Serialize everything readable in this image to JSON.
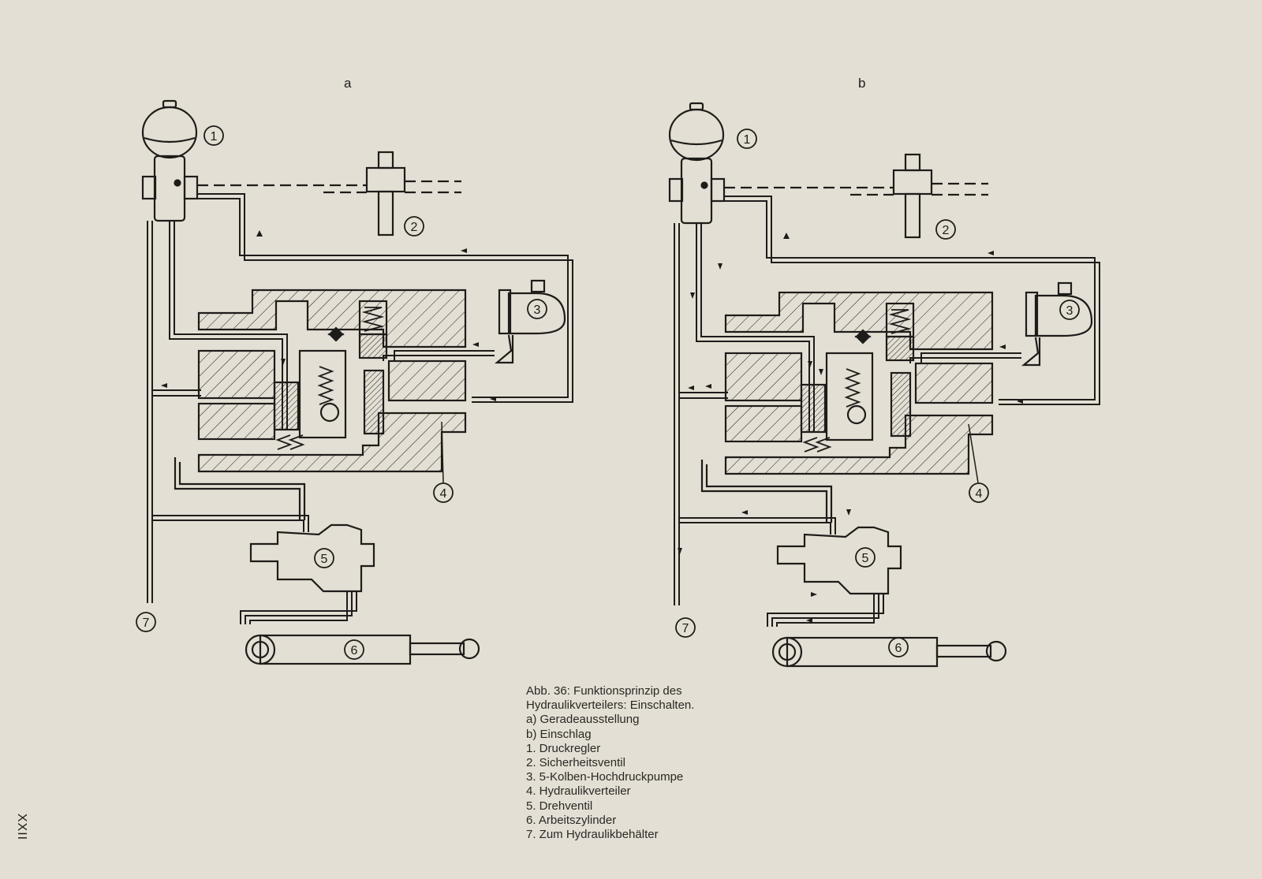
{
  "panels": [
    {
      "id": "a",
      "label": "a"
    },
    {
      "id": "b",
      "label": "b"
    }
  ],
  "callouts": [
    "1",
    "2",
    "3",
    "4",
    "5",
    "6",
    "7"
  ],
  "caption": {
    "title_line1": "Abb. 36: Funktionsprinzip des",
    "title_line2": "Hydraulikverteilers: Einschalten.",
    "items": [
      "a) Geradeausstellung",
      "b) Einschlag",
      "1. Druckregler",
      "2. Sicherheitsventil",
      "3. 5-Kolben-Hochdruckpumpe",
      "4. Hydraulikverteiler",
      "5. Drehventil",
      "6. Arbeitszylinder",
      "7. Zum Hydraulikbehälter"
    ]
  },
  "page_number": "XXII",
  "colors": {
    "paper": "#e4dfd4",
    "ink": "#1e1c1a"
  }
}
